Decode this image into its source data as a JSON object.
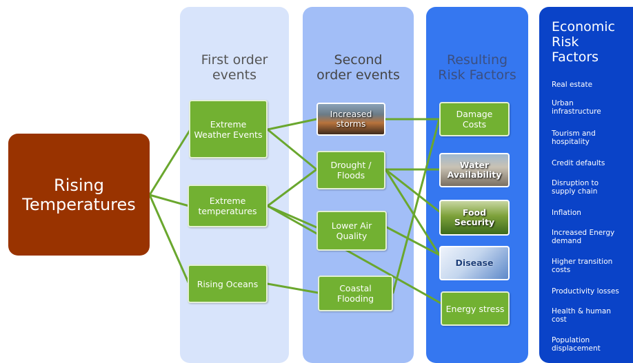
{
  "root": {
    "label": "Rising\nTemperatures"
  },
  "columns": {
    "first": {
      "title": "First order\nevents"
    },
    "second": {
      "title": "Second\norder events"
    },
    "resulting": {
      "title": "Resulting\nRisk Factors"
    },
    "economic": {
      "title": "Economic\nRisk\nFactors"
    }
  },
  "first_order": [
    {
      "id": "extreme-weather",
      "label": "Extreme\nWeather Events"
    },
    {
      "id": "extreme-temps",
      "label": "Extreme\ntemperatures"
    },
    {
      "id": "rising-oceans",
      "label": "Rising Oceans"
    }
  ],
  "second_order": [
    {
      "id": "storms",
      "label": "Increased\nstorms"
    },
    {
      "id": "drought",
      "label": "Drought /\nFloods"
    },
    {
      "id": "air",
      "label": "Lower Air\nQuality"
    },
    {
      "id": "coastal",
      "label": "Coastal\nFlooding"
    }
  ],
  "resulting": [
    {
      "id": "damage",
      "label": "Damage\nCosts"
    },
    {
      "id": "water",
      "label": "Water\nAvailability"
    },
    {
      "id": "food",
      "label": "Food\nSecurity"
    },
    {
      "id": "disease",
      "label": "Disease"
    },
    {
      "id": "energy",
      "label": "Energy stress"
    }
  ],
  "economic_factors": [
    "Real estate",
    "Urban\ninfrastructure",
    "Tourism and\nhospitality",
    "Credit defaults",
    "Disruption to\nsupply chain",
    "Inflation",
    "Increased Energy\ndemand",
    "Higher transition\ncosts",
    "Productivity losses",
    "Health & human\ncost",
    "Population\ndisplacement"
  ],
  "colors": {
    "root": "#993300",
    "box_green": "#72b132",
    "connector": "#6aa72e",
    "panel_first": "#d8e4fb",
    "panel_second": "#a2bef7",
    "panel_resulting": "#3577f0",
    "panel_economic": "#0a43c8"
  }
}
